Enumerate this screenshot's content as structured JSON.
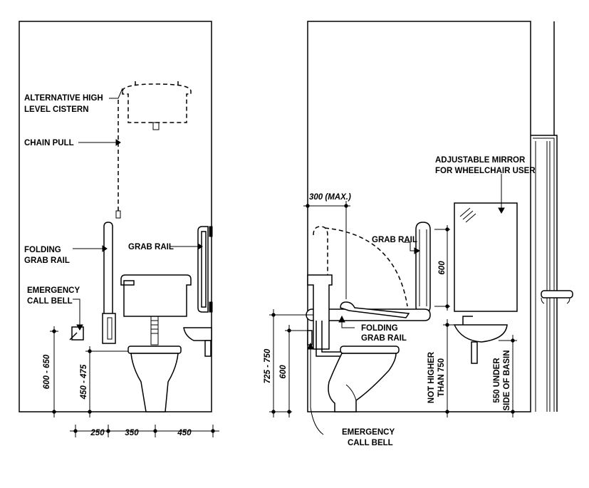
{
  "left_elevation": {
    "labels": {
      "cistern_line1": "ALTERNATIVE HIGH",
      "cistern_line2": "LEVEL CISTERN",
      "chain_pull": "CHAIN PULL",
      "folding_line1": "FOLDING",
      "folding_line2": "GRAB RAIL",
      "grab_rail": "GRAB RAIL",
      "bell_line1": "EMERGENCY",
      "bell_line2": "CALL BELL"
    },
    "dimensions": {
      "bell_height": "600 - 650",
      "seat_height": "450 - 475",
      "bottom_1": "250",
      "bottom_2": "350",
      "bottom_3": "450"
    }
  },
  "right_elevation": {
    "labels": {
      "mirror_line1": "ADJUSTABLE MIRROR",
      "mirror_line2": "FOR WHEELCHAIR USER",
      "grab_rail": "GRAB RAIL",
      "folding_line1": "FOLDING",
      "folding_line2": "GRAB RAIL",
      "bell_line1": "EMERGENCY",
      "bell_line2": "CALL BELL"
    },
    "dimensions": {
      "max_300": "300 (MAX.)",
      "rail_600": "600",
      "height_725": "725 - 750",
      "height_600": "600",
      "basin_line1": "NOT HIGHER",
      "basin_line2": "THAN 750",
      "underside_line1": "550 UNDER",
      "underside_line2": "SIDE OF BASIN"
    }
  }
}
